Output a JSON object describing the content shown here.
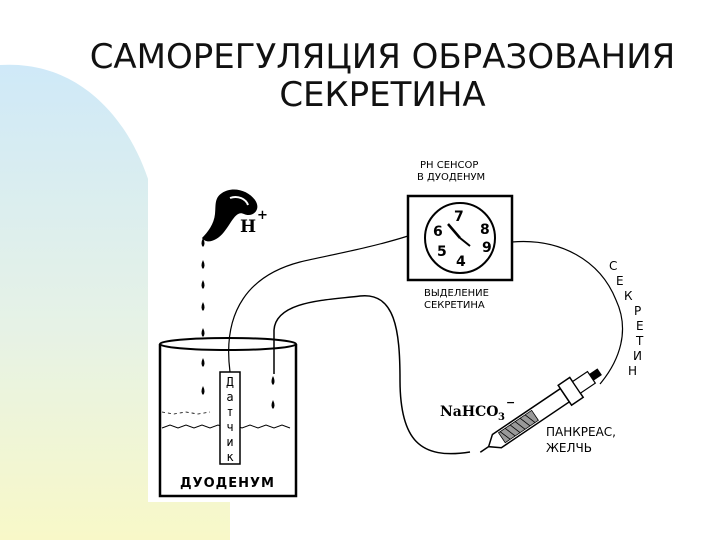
{
  "slide": {
    "title_line1": "САМОРЕГУЛЯЦИЯ ОБРАЗОВАНИЯ",
    "title_line2": "СЕКРЕТИНА"
  },
  "diagram": {
    "stomach_ion": "H",
    "stomach_ion_charge": "+",
    "sensor_label_line1": "PH СЕНСОР",
    "sensor_label_line2": "В ДУОДЕНУМ",
    "dial_numbers": [
      "4",
      "5",
      "6",
      "7",
      "8",
      "9"
    ],
    "release_label_line1": "ВЫДЕЛЕНИЕ",
    "release_label_line2": "СЕКРЕТИНА",
    "secretin_vertical": [
      "С",
      "Е",
      "К",
      "Р",
      "Е",
      "Т",
      "И",
      "Н"
    ],
    "probe_vertical": [
      "Д",
      "а",
      "т",
      "ч",
      "и",
      "к"
    ],
    "duodenum_label": "ДУОДЕНУМ",
    "bicarbonate_main": "NaHCO",
    "bicarbonate_sub": "3",
    "bicarbonate_charge": "−",
    "pancreas_label_line1": "ПАНКРЕАС,",
    "pancreas_label_line2": "ЖЕЛЧЬ"
  },
  "colors": {
    "background_arc_top": "#cfe8f7",
    "background_arc_bottom": "#f7f7c8",
    "line": "#000000"
  }
}
